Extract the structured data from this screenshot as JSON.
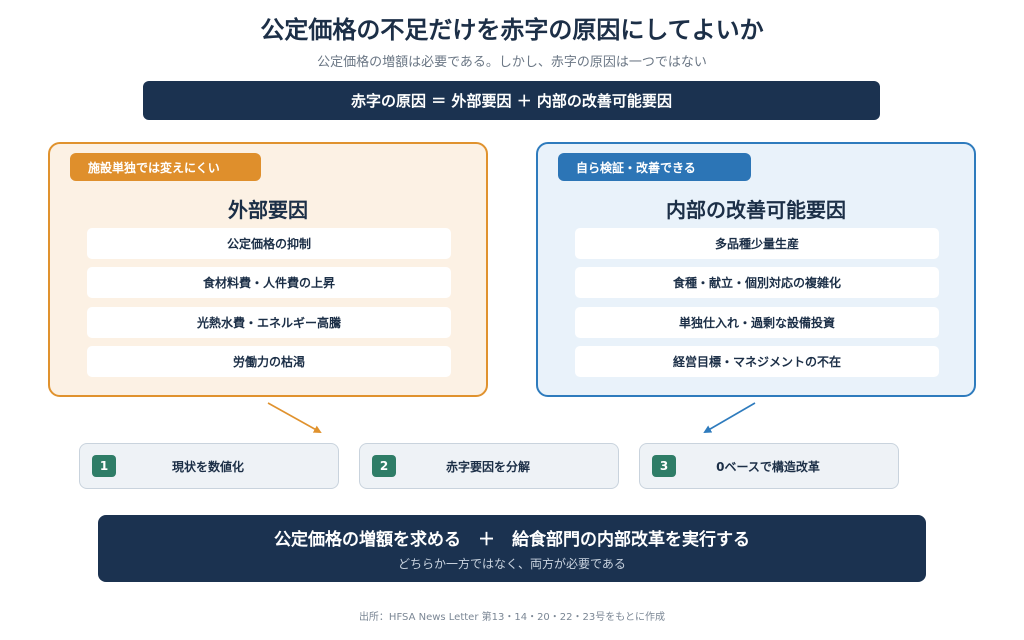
{
  "title": "公定価格の不足だけを赤字の原因にしてよいか",
  "subtitle": "公定価格の増額は必要である。しかし、赤字の原因は一つではない",
  "equation": "赤字の原因 ＝ 外部要因 ＋ 内部の改善可能要因",
  "external": {
    "tag": "施設単独では変えにくい",
    "title": "外部要因",
    "items": [
      "公定価格の抑制",
      "食材料費・人件費の上昇",
      "光熱水費・エネルギー高騰",
      "労働力の枯渇"
    ]
  },
  "internal": {
    "tag": "自ら検証・改善できる",
    "title": "内部の改善可能要因",
    "items": [
      "多品種少量生産",
      "食種・献立・個別対応の複雑化",
      "単独仕入れ・過剰な設備投資",
      "経営目標・マネジメントの不在"
    ]
  },
  "steps": [
    {
      "number": "1",
      "label": "現状を数値化"
    },
    {
      "number": "2",
      "label": "赤字要因を分解"
    },
    {
      "number": "3",
      "label": "0ベースで構造改革"
    }
  ],
  "conclusion": {
    "main": "公定価格の増額を求める　＋　給食部門の内部改革を実行する",
    "sub": "どちらか一方ではなく、両方が必要である"
  },
  "source": "出所：HFSA News Letter 第13・14・20・22・23号をもとに作成",
  "colors": {
    "navy": "#1b3250",
    "orange": "#df8f2c",
    "blue": "#2c75b6",
    "green": "#2f7d67"
  }
}
